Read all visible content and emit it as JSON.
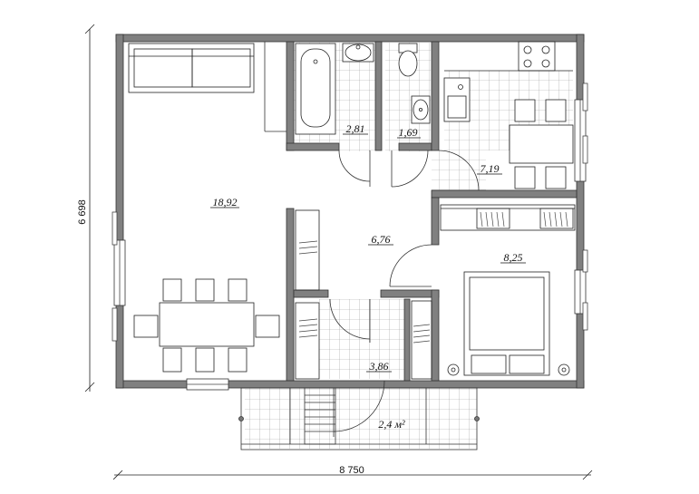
{
  "plan": {
    "dimensions": {
      "width": "8 750",
      "height": "6 698"
    },
    "rooms": [
      {
        "id": "living",
        "area": "18,92"
      },
      {
        "id": "bath",
        "area": "2,81"
      },
      {
        "id": "wc",
        "area": "1,69"
      },
      {
        "id": "kitchen",
        "area": "7,19"
      },
      {
        "id": "hall",
        "area": "6,76"
      },
      {
        "id": "bedroom",
        "area": "8,25"
      },
      {
        "id": "vestibule",
        "area": "3,86"
      },
      {
        "id": "porch",
        "area": "2,4 м²"
      }
    ],
    "colors": {
      "wall": "#808080",
      "wall_stroke": "#333333",
      "line": "#222222",
      "tile": "#999999"
    }
  }
}
